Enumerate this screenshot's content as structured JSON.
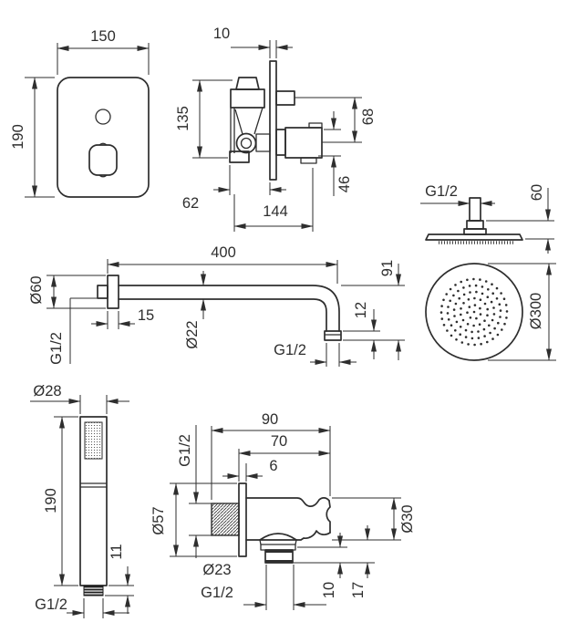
{
  "drawing": {
    "background_color": "#ffffff",
    "line_color": "#2e2e2e",
    "plate": {
      "width": "150",
      "height": "190"
    },
    "valve": {
      "plate_thickness": "10",
      "height": "135",
      "outlet_offset": "68",
      "spout_height": "46",
      "depth": "62",
      "width": "144"
    },
    "head_side": {
      "thread": "G1/2",
      "height": "60"
    },
    "head_front": {
      "diameter": "Ø300"
    },
    "arm": {
      "length": "400",
      "flange_diameter": "Ø60",
      "wall_thread": "G1/2",
      "flange_depth": "15",
      "tube_diameter": "Ø22",
      "drop": "91",
      "thread_length": "12",
      "end_thread": "G1/2"
    },
    "hand": {
      "diameter": "Ø28",
      "length": "190",
      "thread_length": "11",
      "thread": "G1/2"
    },
    "elbow": {
      "depth": "90",
      "body_depth": "70",
      "plate_thickness": "6",
      "wall_thread": "G1/2",
      "escutcheon_diameter": "Ø57",
      "thread_diameter": "Ø23",
      "holder_diameter": "Ø30",
      "ring_height": "10",
      "outlet_height": "17",
      "outlet_thread": "G1/2"
    }
  }
}
